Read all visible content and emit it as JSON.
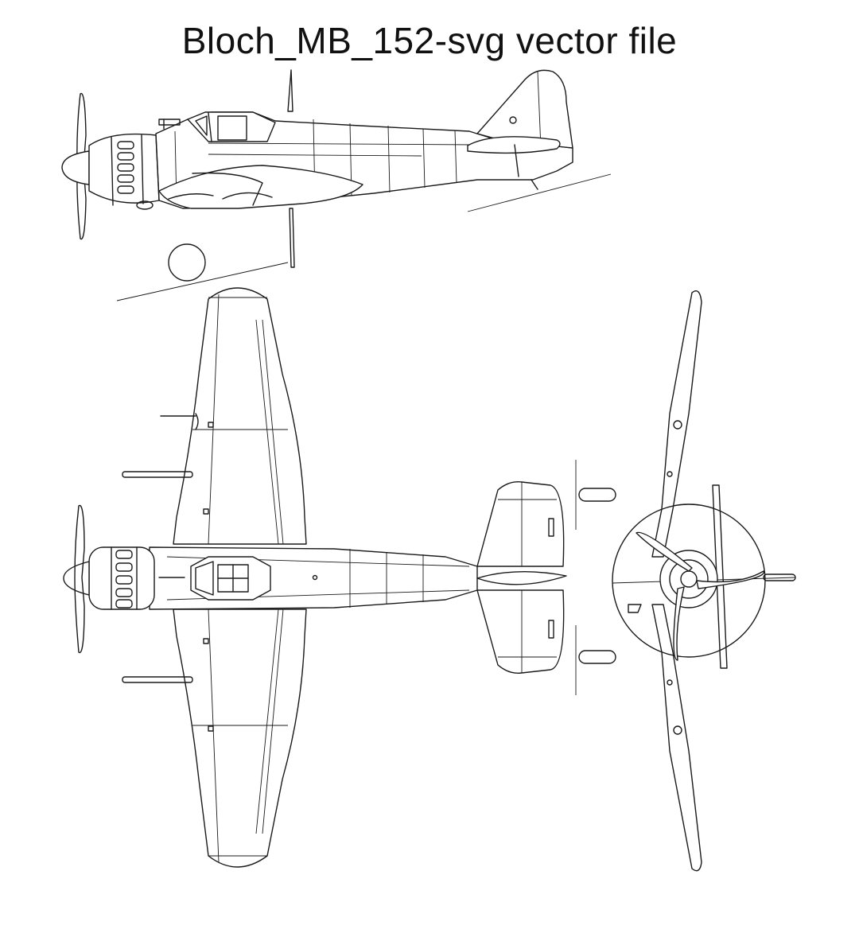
{
  "title": "Bloch_MB_152-svg vector file",
  "colors": {
    "line": "#1a1a1a",
    "background": "#ffffff"
  },
  "views": [
    {
      "id": "side-view"
    },
    {
      "id": "top-view"
    },
    {
      "id": "front-view"
    }
  ]
}
